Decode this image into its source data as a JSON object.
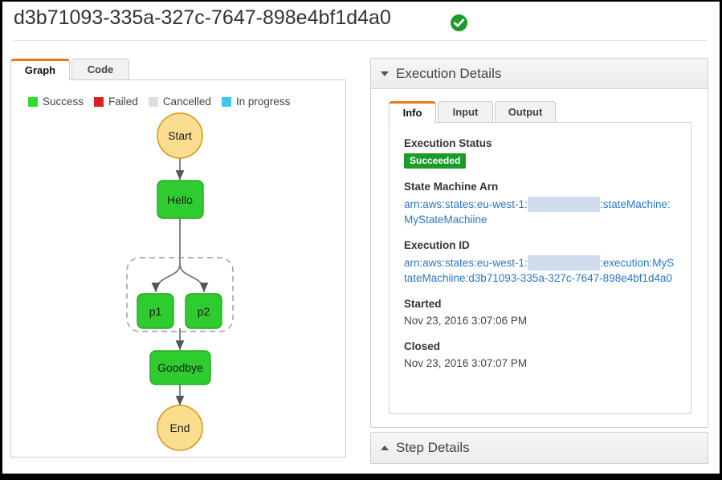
{
  "header": {
    "execution_name": "d3b71093-335a-327c-7647-898e4bf1d4a0",
    "status_icon": "success-check-icon",
    "status_icon_color": "#1a9c28"
  },
  "graph_panel": {
    "tabs": [
      {
        "label": "Graph",
        "active": true
      },
      {
        "label": "Code",
        "active": false
      }
    ],
    "legend": [
      {
        "label": "Success",
        "color": "#2ddd2d"
      },
      {
        "label": "Failed",
        "color": "#e02020"
      },
      {
        "label": "Cancelled",
        "color": "#dddddd"
      },
      {
        "label": "In progress",
        "color": "#3ec6ee"
      }
    ],
    "nodes": [
      {
        "id": "start",
        "label": "Start",
        "shape": "circle",
        "fill": "#fbdd8f",
        "stroke": "#d99a16"
      },
      {
        "id": "hello",
        "label": "Hello",
        "shape": "rect",
        "fill": "#2ecc2e",
        "stroke": "#23a823"
      },
      {
        "id": "p1",
        "label": "p1",
        "shape": "rect",
        "fill": "#2ecc2e",
        "stroke": "#23a823"
      },
      {
        "id": "p2",
        "label": "p2",
        "shape": "rect",
        "fill": "#2ecc2e",
        "stroke": "#23a823"
      },
      {
        "id": "goodbye",
        "label": "Goodbye",
        "shape": "rect",
        "fill": "#2ecc2e",
        "stroke": "#23a823"
      },
      {
        "id": "end",
        "label": "End",
        "shape": "circle",
        "fill": "#fbdd8f",
        "stroke": "#d99a16"
      }
    ],
    "parallel_group": {
      "style": "dashed",
      "stroke": "#9a9a9a"
    }
  },
  "details_panel": {
    "title": "Execution Details",
    "collapse_icon": "triangle-down-icon",
    "tabs": [
      {
        "label": "Info",
        "active": true
      },
      {
        "label": "Input",
        "active": false
      },
      {
        "label": "Output",
        "active": false
      }
    ],
    "fields": {
      "execution_status_label": "Execution Status",
      "execution_status_value": "Succeeded",
      "state_machine_arn_label": "State Machine Arn",
      "state_machine_arn_prefix": "arn:aws:states:eu-west-1:",
      "state_machine_arn_suffix": ":stateMachine:MyStateMachiine",
      "execution_id_label": "Execution ID",
      "execution_id_prefix": "arn:aws:states:eu-west-1:",
      "execution_id_suffix": ":execution:MyStateMachiine:d3b71093-335a-327c-7647-898e4bf1d4a0",
      "started_label": "Started",
      "started_value": "Nov 23, 2016 3:07:06 PM",
      "closed_label": "Closed",
      "closed_value": "Nov 23, 2016 3:07:07 PM"
    }
  },
  "step_panel": {
    "title": "Step Details",
    "collapse_icon": "triangle-up-icon"
  }
}
